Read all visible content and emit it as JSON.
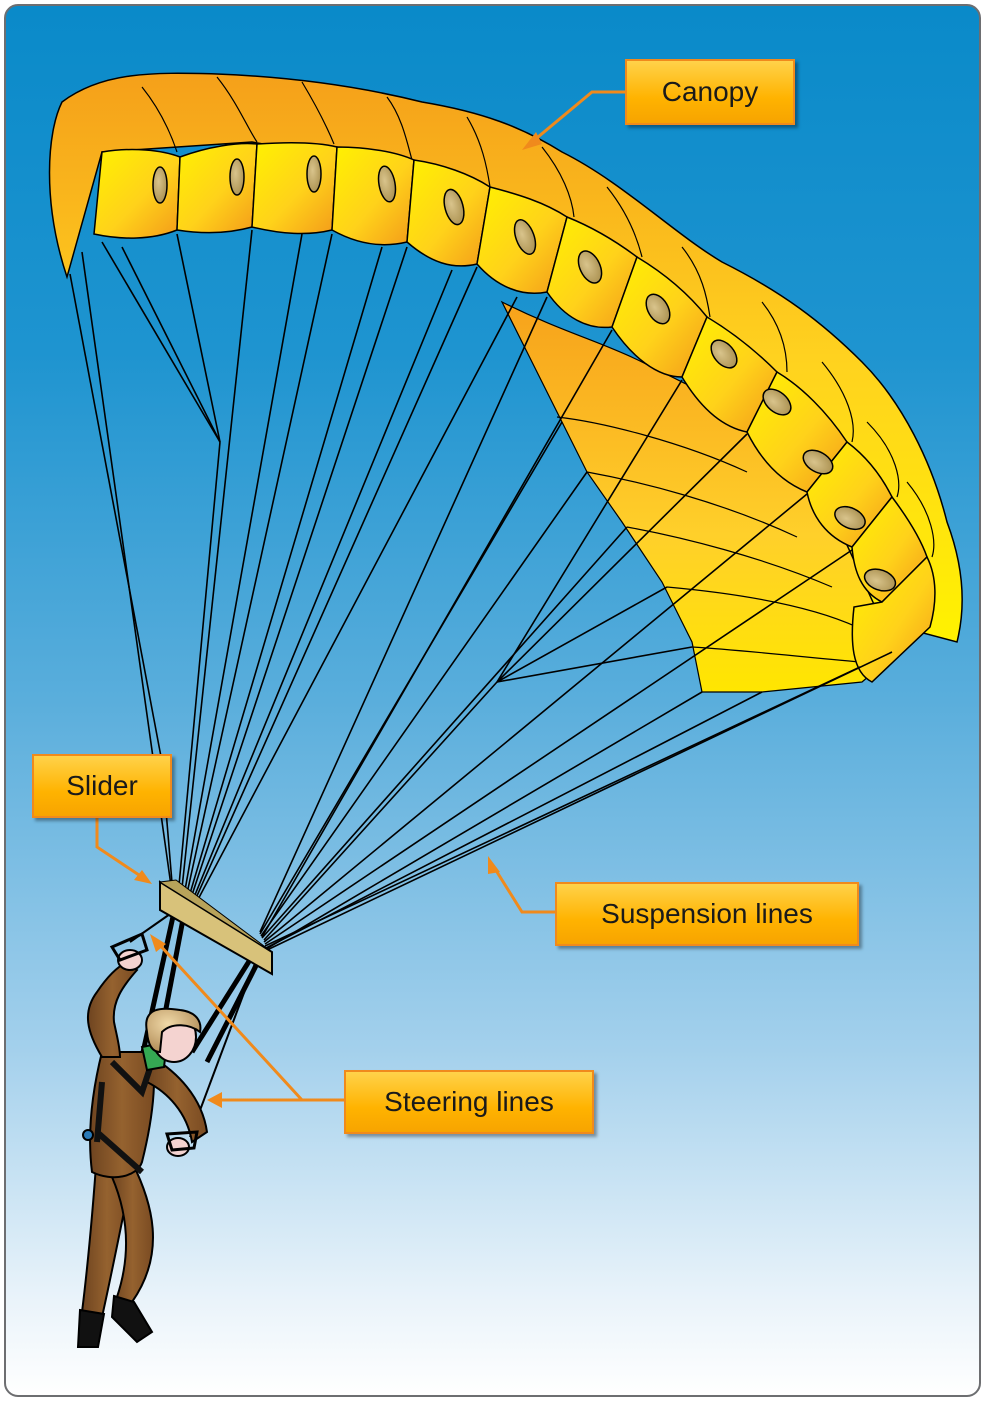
{
  "labels": {
    "canopy": "Canopy",
    "slider": "Slider",
    "suspension_lines": "Suspension lines",
    "steering_lines": "Steering lines"
  },
  "colors": {
    "canopy_yellow": "#ffe600",
    "canopy_orange": "#f7a21b",
    "callout_fill": "#ffb400",
    "callout_border": "#f08a1c",
    "leader_line": "#f08a1c",
    "jumpsuit": "#8a5a2b",
    "slider": "#d8c27a",
    "sky_top": "#0a8ac9",
    "sky_bottom": "#ffffff"
  }
}
